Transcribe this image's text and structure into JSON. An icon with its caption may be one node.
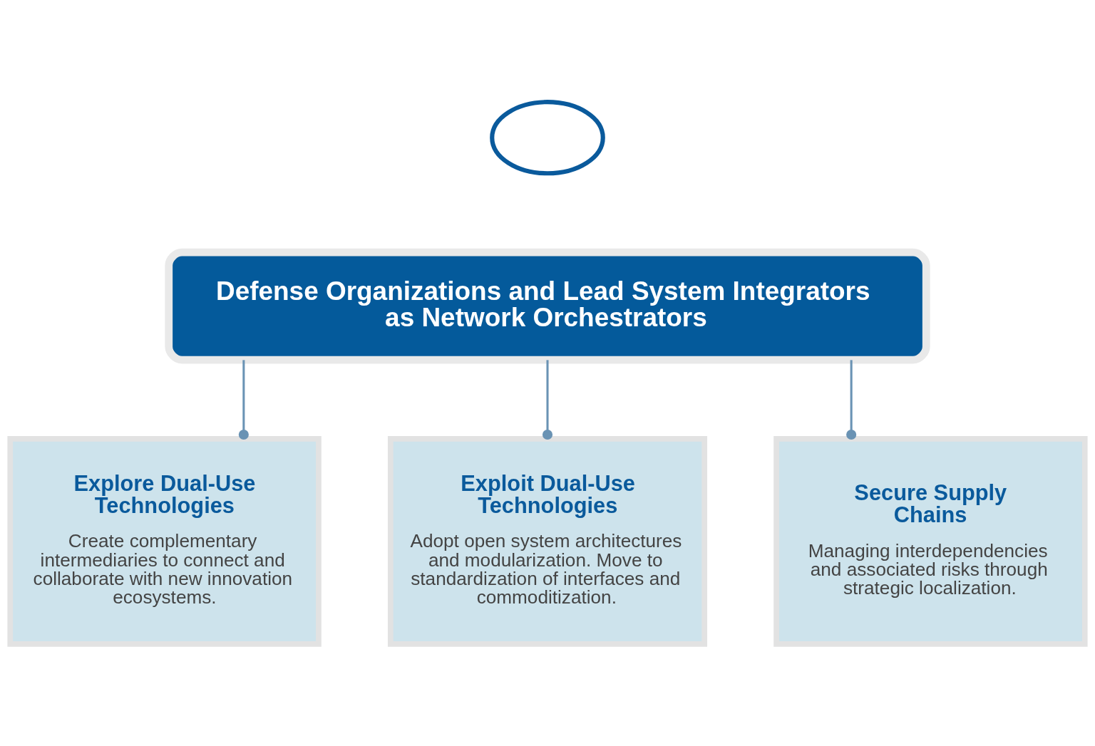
{
  "diagram": {
    "nodes": [
      {
        "text": [],
        "shape": "cloud"
      },
      {
        "text": [
          "Defense Organizations and Lead System Integrators as Network Orchestrators"
        ]
      },
      {
        "text": [
          "Explore Dual-Use Technologies",
          "Create complementary intermediaries to connect and collaborate with new innovation ecosystems."
        ]
      },
      {
        "text": [
          "Exploit Dual-Use Technologies",
          "Adopt open system architectures and modularization. Move to standardization of interfaces and commoditization."
        ]
      },
      {
        "text": [
          "Secure Supply Chains",
          "Managing interdependencies and associated risks through strategic localization."
        ]
      }
    ],
    "edges": [
      {
        "from": 1,
        "to": 2,
        "arrow": "other"
      },
      {
        "from": 1,
        "to": 3,
        "arrow": "other"
      },
      {
        "from": 1,
        "to": 4,
        "arrow": "other"
      }
    ]
  }
}
